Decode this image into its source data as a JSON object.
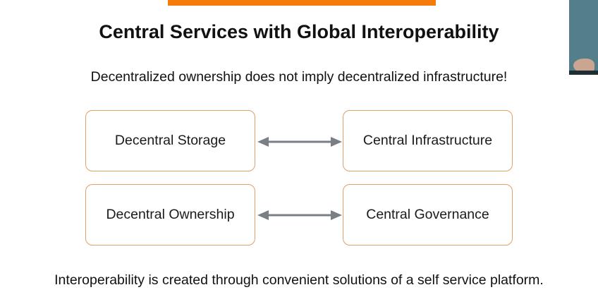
{
  "slide": {
    "title": "Central Services with Global Interoperability",
    "subtitle": "Decentralized ownership does not imply decentralized infrastructure!",
    "footer": "Interoperability is created through convenient solutions of a self service platform."
  },
  "diagram": {
    "rows": [
      {
        "left": "Decentral Storage",
        "right": "Central Infrastructure"
      },
      {
        "left": "Decentral Ownership",
        "right": "Central Governance"
      }
    ]
  },
  "colors": {
    "accent": "#f57c0a",
    "box_border": "#e0a066",
    "arrow": "#7a7f86"
  }
}
